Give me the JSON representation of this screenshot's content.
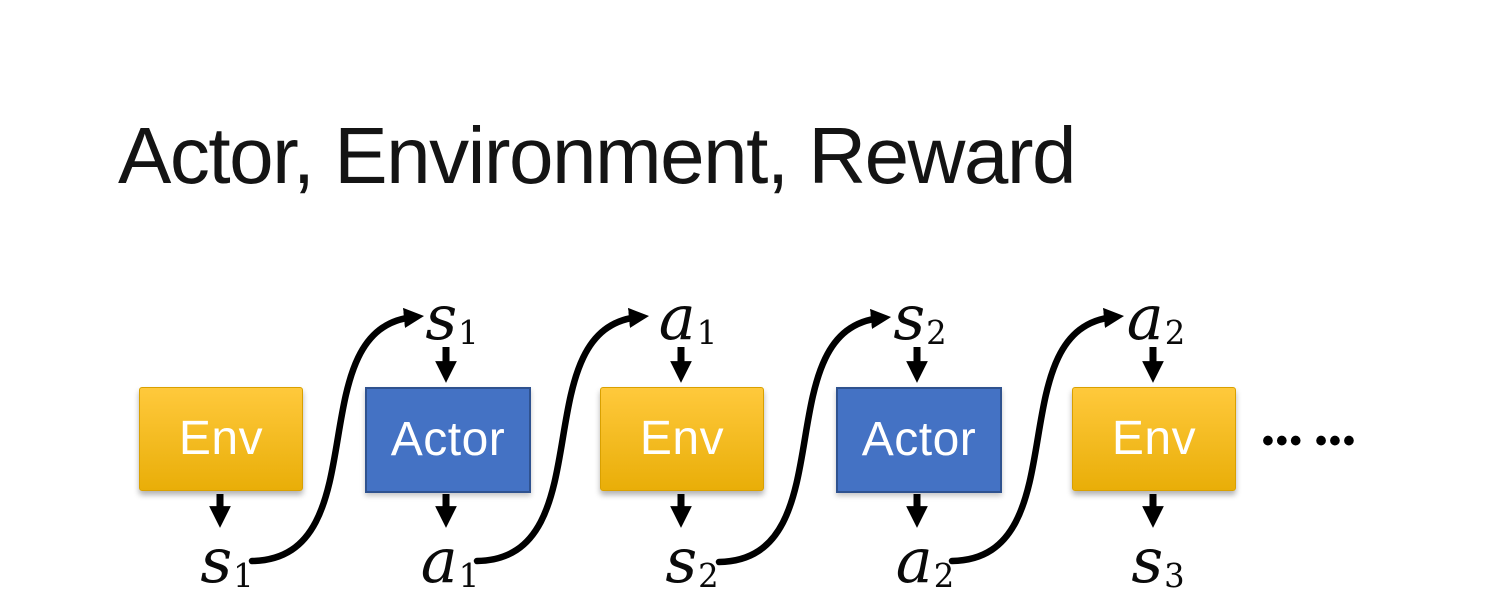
{
  "title": "Actor, Environment, Reward",
  "colors": {
    "bg": "#FFFFFF",
    "title_ink": "#141414",
    "arrow": "#000000",
    "env_top": "#FFC93C",
    "env_bottom": "#E9AE08",
    "env_edge": "#D9A000",
    "actor_fill": "#4472C4",
    "actor_edge": "#2F528F",
    "box_text": "#FFFFFF",
    "label_ink": "#0A0A0A"
  },
  "diagram": {
    "boxes": [
      {
        "label": "Env"
      },
      {
        "label": "Actor"
      },
      {
        "label": "Env"
      },
      {
        "label": "Actor"
      },
      {
        "label": "Env"
      }
    ],
    "top_labels": [
      {
        "base": "s",
        "sub": "1"
      },
      {
        "base": "a",
        "sub": "1"
      },
      {
        "base": "s",
        "sub": "2"
      },
      {
        "base": "a",
        "sub": "2"
      }
    ],
    "bottom_labels": [
      {
        "base": "s",
        "sub": "1"
      },
      {
        "base": "a",
        "sub": "1"
      },
      {
        "base": "s",
        "sub": "2"
      },
      {
        "base": "a",
        "sub": "2"
      },
      {
        "base": "s",
        "sub": "3"
      }
    ],
    "ellipsis": "••• •••"
  }
}
